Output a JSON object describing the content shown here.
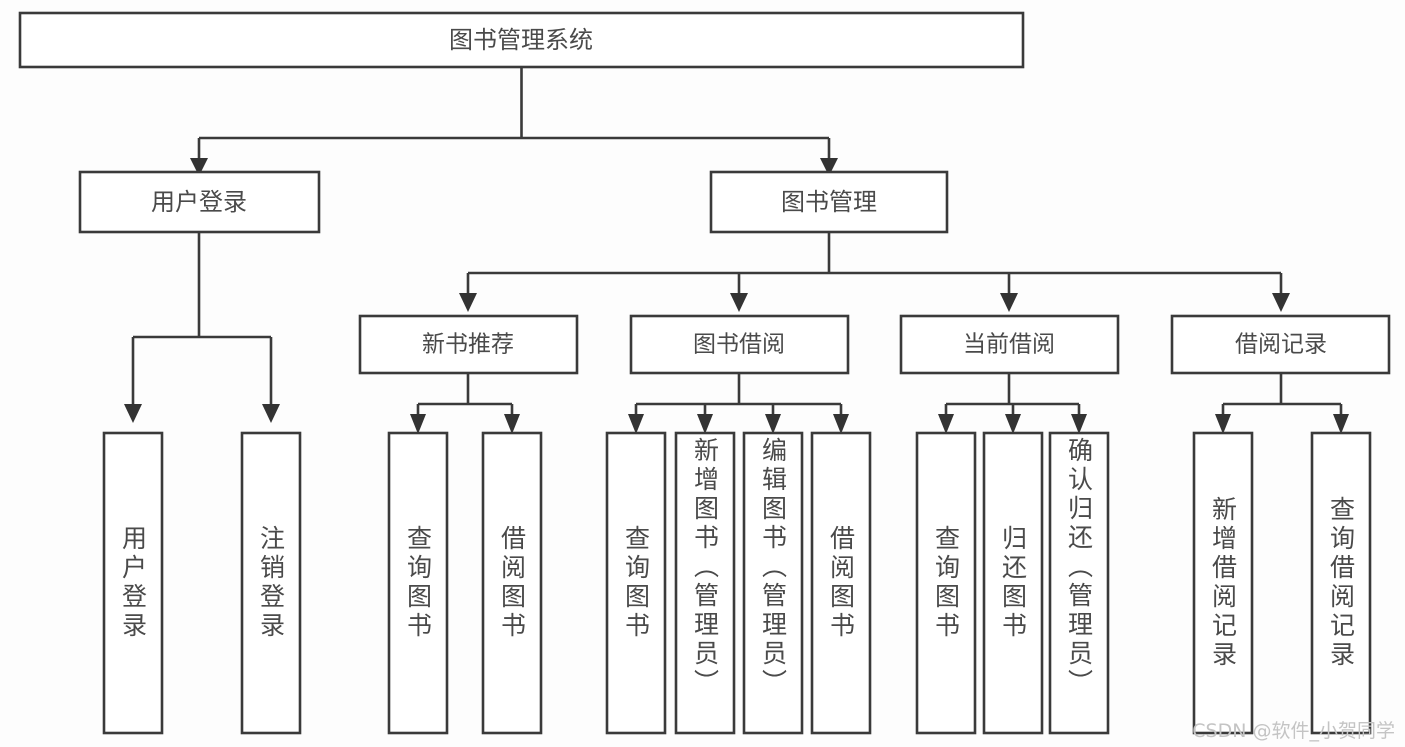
{
  "diagram": {
    "type": "tree-hierarchy",
    "title": "图书管理系统",
    "watermark": "CSDN @软件_小贺同学",
    "colors": {
      "background": "#fdfdfd",
      "box_fill": "#ffffff",
      "box_stroke": "#3a3a3a",
      "text": "#4a4a4a",
      "connector": "#3a3a3a",
      "watermark": "#c4c4c4"
    },
    "root": {
      "label": "图书管理系统"
    },
    "level1": [
      {
        "label": "用户登录"
      },
      {
        "label": "图书管理"
      }
    ],
    "level2": [
      {
        "label": "新书推荐"
      },
      {
        "label": "图书借阅"
      },
      {
        "label": "当前借阅"
      },
      {
        "label": "借阅记录"
      }
    ],
    "leaves": {
      "user_login": [
        {
          "label": "用户登录"
        },
        {
          "label": "注销登录"
        }
      ],
      "new_book": [
        {
          "label": "查询图书"
        },
        {
          "label": "借阅图书"
        }
      ],
      "book_borrow": [
        {
          "label": "查询图书"
        },
        {
          "label": "新增图书（管理员）"
        },
        {
          "label": "编辑图书（管理员）"
        },
        {
          "label": "借阅图书"
        }
      ],
      "current_borrow": [
        {
          "label": "查询图书"
        },
        {
          "label": "归还图书"
        },
        {
          "label": "确认归还（管理员）"
        }
      ],
      "borrow_record": [
        {
          "label": "新增借阅记录"
        },
        {
          "label": "查询借阅记录"
        }
      ]
    }
  }
}
